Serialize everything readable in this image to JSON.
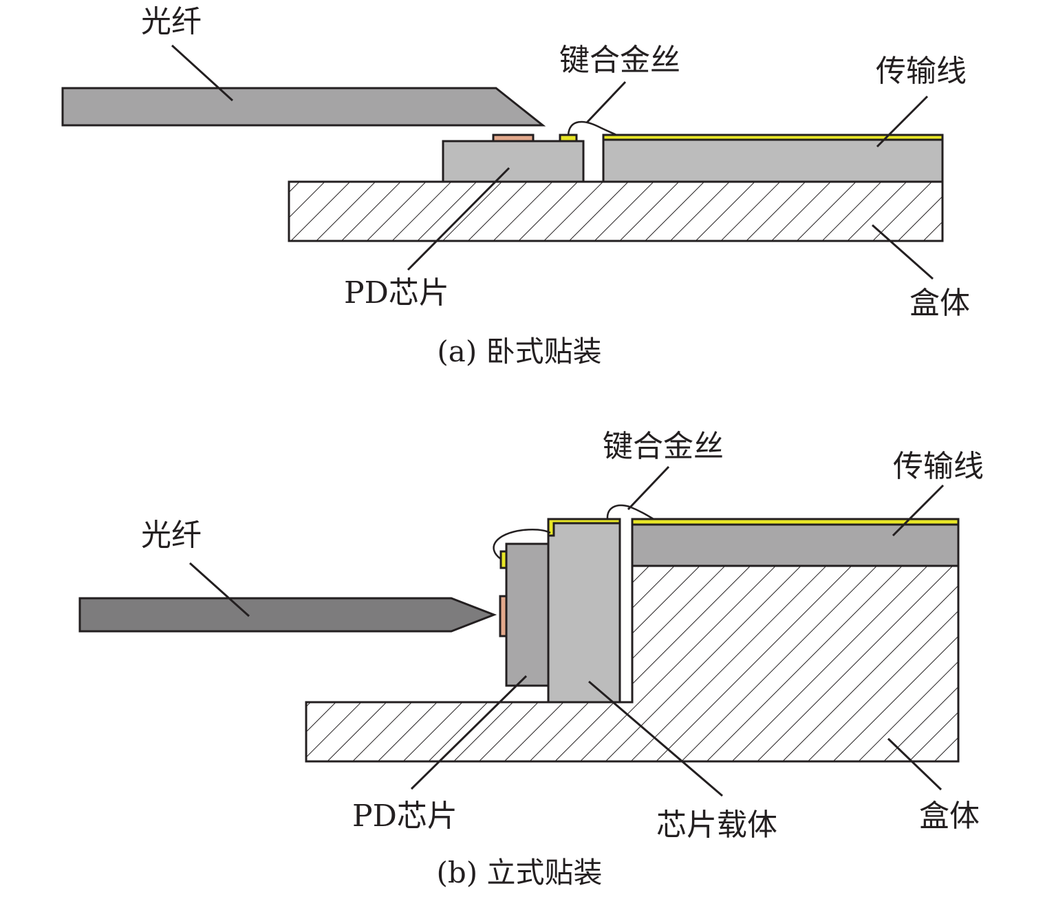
{
  "diagram_a": {
    "caption": "(a) 卧式贴装",
    "labels": {
      "fiber": "光纤",
      "bond_wire": "键合金丝",
      "transmission_line": "传输线",
      "pd_chip": "PD芯片",
      "housing": "盒体"
    }
  },
  "diagram_b": {
    "caption": "(b) 立式贴装",
    "labels": {
      "fiber": "光纤",
      "bond_wire": "键合金丝",
      "transmission_line": "传输线",
      "pd_chip": "PD芯片",
      "chip_carrier": "芯片载体",
      "housing": "盒体"
    }
  },
  "colors": {
    "fiber_a": "#a5a4a5",
    "fiber_b": "#7d7c7d",
    "chip": "#bcbcbc",
    "pd_chip_b": "#a8a7a8",
    "carrier": "#bcbcbc",
    "transmission_line": "#bcbcbc",
    "transmission_line_b": "#a8a7a8",
    "gold_trace": "#e8e626",
    "photodiode": "#e3a98c",
    "outline": "#231f20"
  }
}
